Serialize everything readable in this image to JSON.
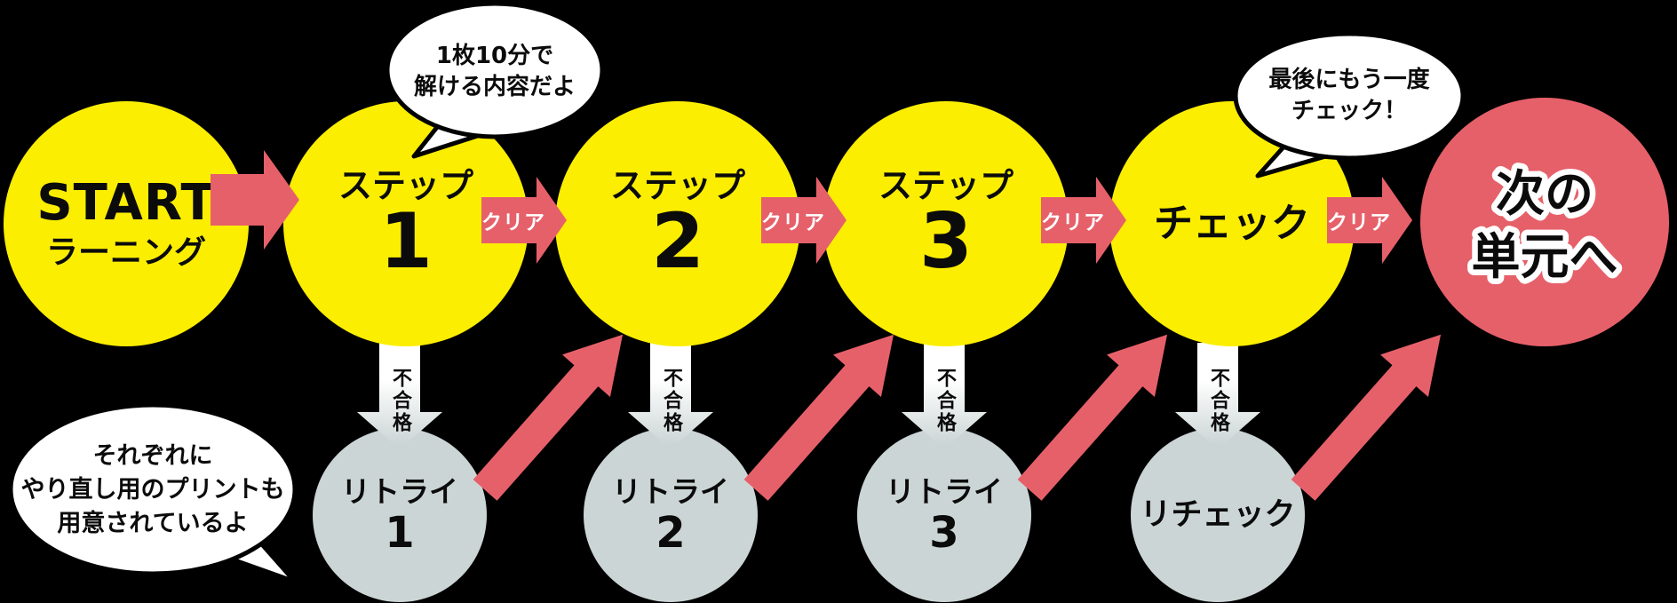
{
  "colors": {
    "canvas_bg": "#000000",
    "circle_yellow": "#fcee00",
    "circle_gray": "#ccd5d5",
    "circle_red": "#e6606a",
    "arrow_red": "#e6606a",
    "arrow_fail_bottom": "#c8d2d2"
  },
  "flow": {
    "start": {
      "title": "START",
      "subtitle": "ラーニング"
    },
    "steps": [
      {
        "label": "ステップ",
        "number": "1"
      },
      {
        "label": "ステップ",
        "number": "2"
      },
      {
        "label": "ステップ",
        "number": "3"
      }
    ],
    "check_label": "チェック",
    "goal": {
      "line1": "次の",
      "line2": "単元へ"
    },
    "retries": [
      {
        "label": "リトライ",
        "number": "1"
      },
      {
        "label": "リトライ",
        "number": "2"
      },
      {
        "label": "リトライ",
        "number": "3"
      }
    ],
    "recheck_label": "リチェック"
  },
  "labels": {
    "clear": "クリア",
    "fail": "不合格"
  },
  "bubbles": {
    "step1_hint": {
      "line1": "1枚10分で",
      "line2": "解ける内容だよ"
    },
    "check_hint": {
      "line1": "最後にもう一度",
      "line2": "チェック！"
    },
    "retry_hint": {
      "line1": "それぞれに",
      "line2": "やり直し用のプリントも",
      "line3": "用意されているよ"
    }
  }
}
